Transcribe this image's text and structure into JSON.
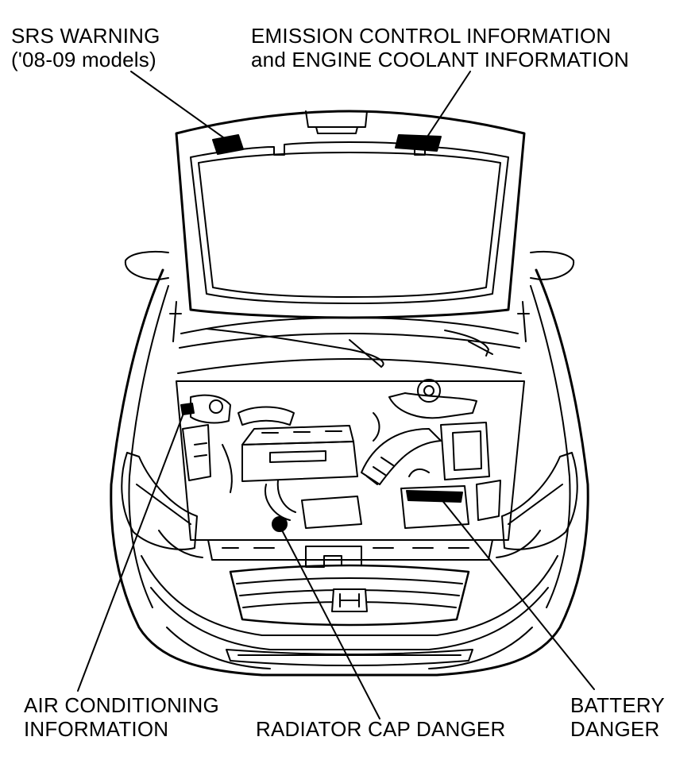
{
  "callouts": {
    "srs": {
      "line1": "SRS WARNING",
      "line2": "('08-09 models)"
    },
    "emission": {
      "line1": "EMISSION CONTROL INFORMATION",
      "line2": "and ENGINE COOLANT INFORMATION"
    },
    "ac": {
      "line1": "AIR CONDITIONING",
      "line2": "INFORMATION"
    },
    "radiator": {
      "line1": "RADIATOR CAP DANGER"
    },
    "battery": {
      "line1": "BATTERY",
      "line2": "DANGER"
    }
  },
  "colors": {
    "ink": "#000000",
    "paper": "#ffffff"
  }
}
